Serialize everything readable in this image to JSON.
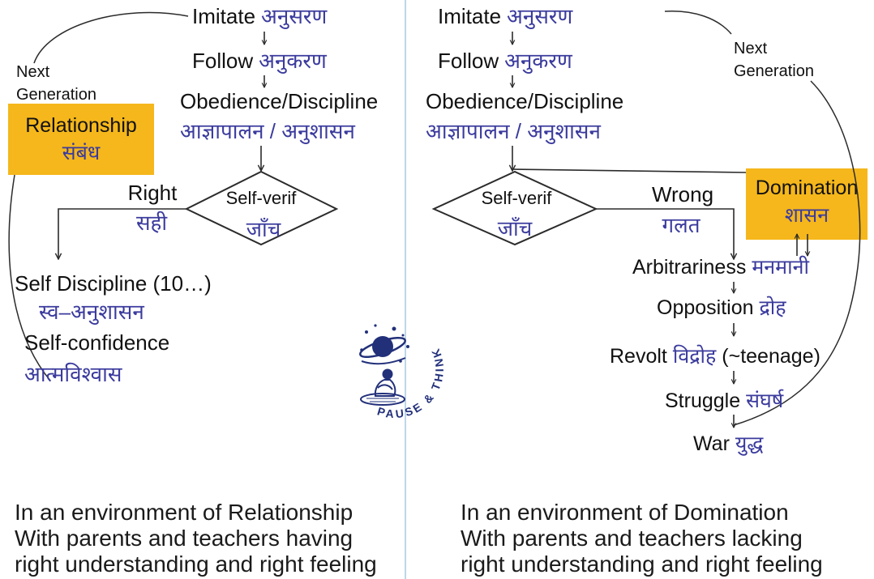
{
  "colors": {
    "english_text": "#111111",
    "hindi_text": "#3b3b9e",
    "highlight_box": "#f5b71b",
    "divider": "#a9c9e2",
    "line": "#2b2b2b",
    "logo": "#22307a"
  },
  "relationship_path": {
    "steps": [
      {
        "en": "Imitate",
        "hi": "अनुसरण"
      },
      {
        "en": "Follow",
        "hi": "अनुकरण"
      },
      {
        "en": "Obedience/Discipline",
        "hi": "आज्ञापालन / अनुशासन"
      }
    ],
    "check": {
      "en": "Self-verif",
      "hi": "जाँच"
    },
    "branch": {
      "en": "Right",
      "hi": "सही"
    },
    "results": [
      {
        "en": "Self Discipline (10…)",
        "hi": "स्व–अनुशासन"
      },
      {
        "en": "Self-confidence",
        "hi": "आत्मविश्वास"
      }
    ],
    "loop_label": {
      "line1": "Next",
      "line2": "Generation"
    },
    "environment": {
      "en": "Relationship",
      "hi": "संबंध"
    },
    "caption": [
      "In an environment of Relationship",
      "With parents and teachers having",
      "right understanding and right feeling"
    ]
  },
  "domination_path": {
    "steps": [
      {
        "en": "Imitate",
        "hi": "अनुसरण"
      },
      {
        "en": "Follow",
        "hi": "अनुकरण"
      },
      {
        "en": "Obedience/Discipline",
        "hi": "आज्ञापालन / अनुशासन"
      }
    ],
    "check": {
      "en": "Self-verif",
      "hi": "जाँच"
    },
    "branch": {
      "en": "Wrong",
      "hi": "गलत"
    },
    "environment": {
      "en": "Domination",
      "hi": "शासन"
    },
    "consequences": [
      {
        "en": "Arbitrariness",
        "hi": "मनमानी"
      },
      {
        "en": "Opposition",
        "hi": "द्रोह"
      },
      {
        "en": "Revolt",
        "hi": "विद्रोह",
        "note": "(~teenage)"
      },
      {
        "en": "Struggle",
        "hi": "संघर्ष"
      },
      {
        "en": "War",
        "hi": "युद्ध"
      }
    ],
    "loop_label": {
      "line1": "Next",
      "line2": "Generation"
    },
    "caption": [
      "In an environment of Domination",
      "With parents and teachers lacking",
      "right understanding and right feeling"
    ]
  },
  "logo": {
    "text": "PAUSE & THINK",
    "icon": "pause-and-think-logo"
  }
}
